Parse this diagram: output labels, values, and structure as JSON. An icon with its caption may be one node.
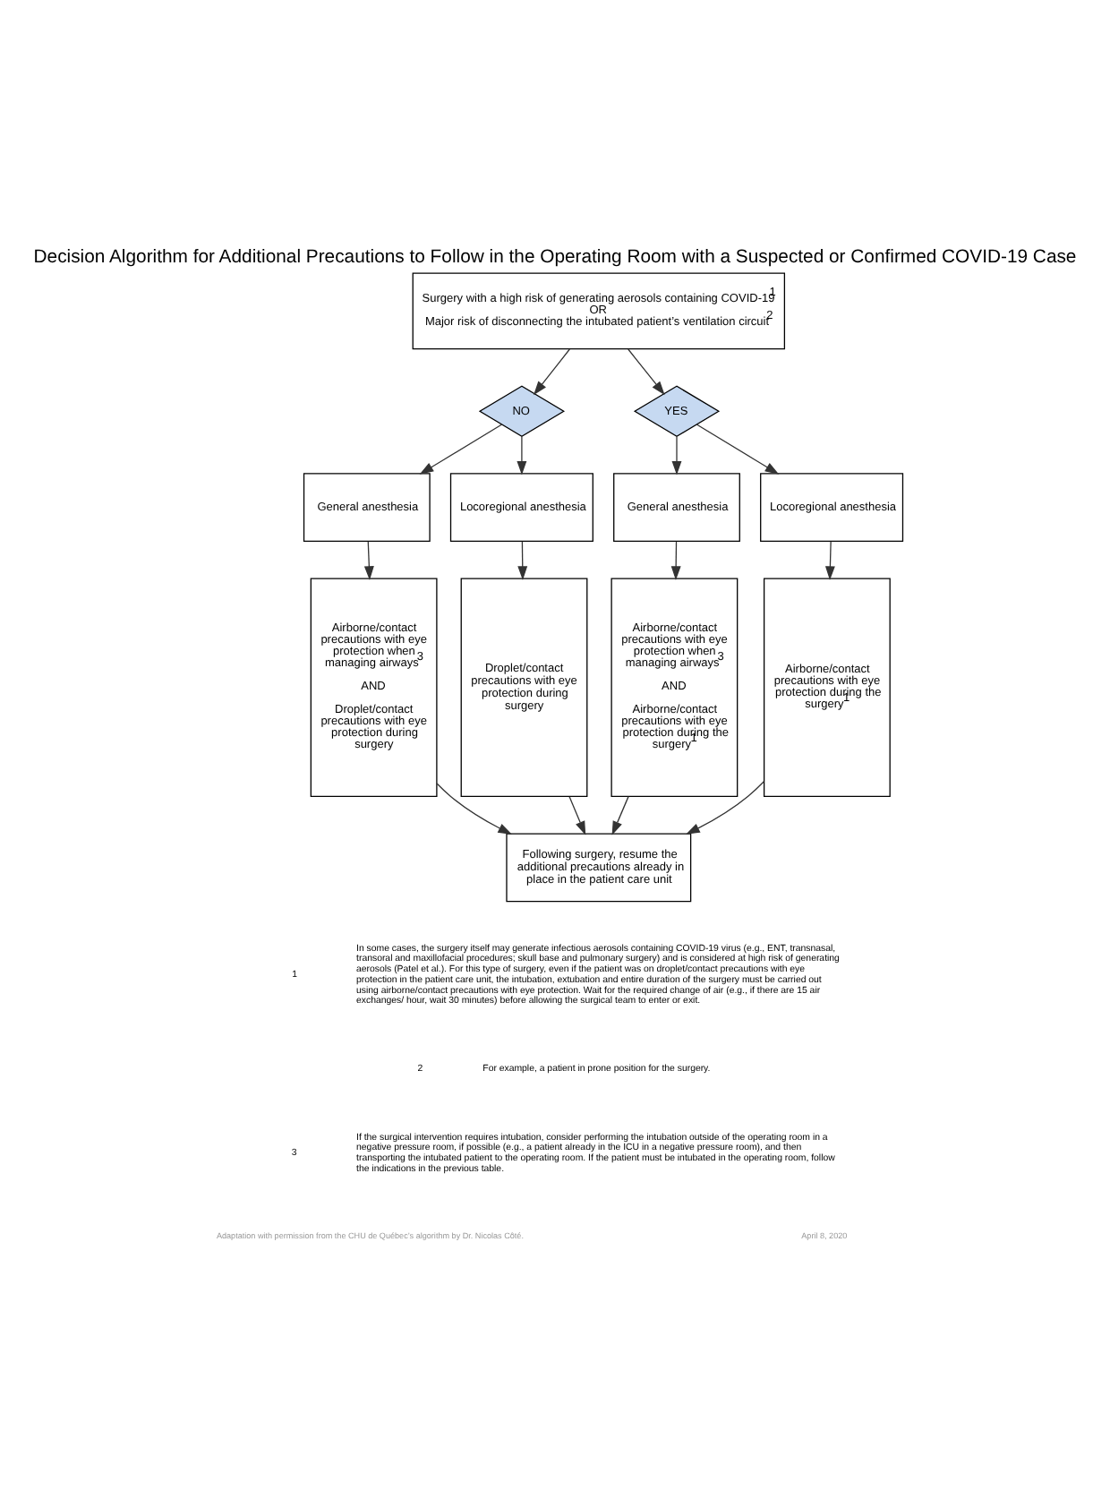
{
  "diagram": {
    "title": "Decision Algorithm for Additional Precautions to Follow in the Operating Room with a Suspected or Confirmed COVID-19 Case",
    "nodes": [
      {
        "text": [
          "Surgery with a high risk of generating aerosols containing COVID-19$^{1}$",
          "OR",
          "Major risk of disconnecting the intubated patient’s ventilation circuit$^{2}$"
        ]
      },
      {
        "text": [
          "NO"
        ]
      },
      {
        "text": [
          "YES"
        ]
      },
      {
        "text": [
          "General anesthesia"
        ]
      },
      {
        "text": [
          "Locoregional anesthesia"
        ]
      },
      {
        "text": [
          "General anesthesia"
        ]
      },
      {
        "text": [
          "Locoregional anesthesia"
        ]
      },
      {
        "text": [
          "Airborne/contact precautions with eye protection when managing airways$^{3}$",
          "AND",
          "Droplet/contact precautions with eye protection during surgery"
        ]
      },
      {
        "text": [
          "Droplet/contact precautions with eye protection during surgery"
        ]
      },
      {
        "text": [
          "Airborne/contact precautions with eye protection when managing airways$^{3}$",
          "AND",
          "Airborne/contact precautions with eye protection during the surgery$^{1}$"
        ]
      },
      {
        "text": [
          "Airborne/contact precautions with eye protection during the surgery$^{1}$"
        ]
      },
      {
        "text": [
          "Following surgery, resume the additional precautions already in place in the patient care unit"
        ]
      }
    ],
    "edges": [
      {
        "from": 0,
        "to": 1,
        "arrow": "to"
      },
      {
        "from": 0,
        "to": 2,
        "arrow": "to"
      },
      {
        "from": 1,
        "to": 3,
        "arrow": "to"
      },
      {
        "from": 1,
        "to": 4,
        "arrow": "to"
      },
      {
        "from": 2,
        "to": 5,
        "arrow": "to"
      },
      {
        "from": 2,
        "to": 6,
        "arrow": "to"
      },
      {
        "from": 3,
        "to": 7,
        "arrow": "to"
      },
      {
        "from": 4,
        "to": 8,
        "arrow": "to"
      },
      {
        "from": 5,
        "to": 9,
        "arrow": "to"
      },
      {
        "from": 6,
        "to": 10,
        "arrow": "to"
      },
      {
        "from": 7,
        "to": 11,
        "arrow": "to"
      },
      {
        "from": 8,
        "to": 11,
        "arrow": "to"
      },
      {
        "from": 9,
        "to": 11,
        "arrow": "to"
      },
      {
        "from": 10,
        "to": 11,
        "arrow": "to"
      }
    ],
    "labels": [
      "1",
      "In some cases, the surgery itself may generate infectious aerosols containing COVID-19 virus (e.g., ENT, transnasal, transoral and maxillofacial procedures; skull base and pulmonary surgery) and is considered at high risk of generating aerosols (Patel et al.). For this type of surgery, even if the patient was on droplet/contact precautions with eye protection in the patient care unit, the intubation, extubation and entire duration of the surgery must be carried out using airborne/contact precautions with eye protection. Wait for the required change of air (e.g., if there are 15 air exchanges/ hour, wait 30 minutes) before allowing the surgical team to enter or exit.",
      "2",
      "For example, a patient in prone position for the surgery.",
      "3",
      "If the surgical intervention requires intubation, consider performing the intubation outside of the operating room in a negative pressure room, if possible (e.g., a patient already in the ICU in a negative pressure room), and then transporting the intubated patient to the operating room. If the patient must be intubated in the operating room, follow the indications in the previous table.",
      "Adaptation with permission from the CHU de Québec’s algorithm by Dr. Nicolas Côté.",
      "April 8, 2020"
    ]
  }
}
